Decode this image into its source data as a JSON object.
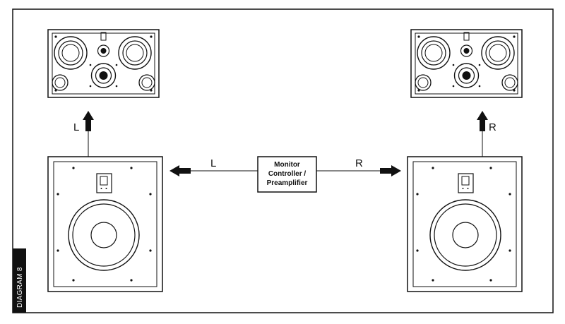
{
  "diagram": {
    "tag": "DIAGRAM 8",
    "controller": {
      "lines": [
        "Monitor",
        "Controller /",
        "Preamplifier"
      ]
    },
    "labels": {
      "left_feed": "L",
      "right_feed": "R",
      "left_up": "L",
      "right_up": "R"
    }
  }
}
